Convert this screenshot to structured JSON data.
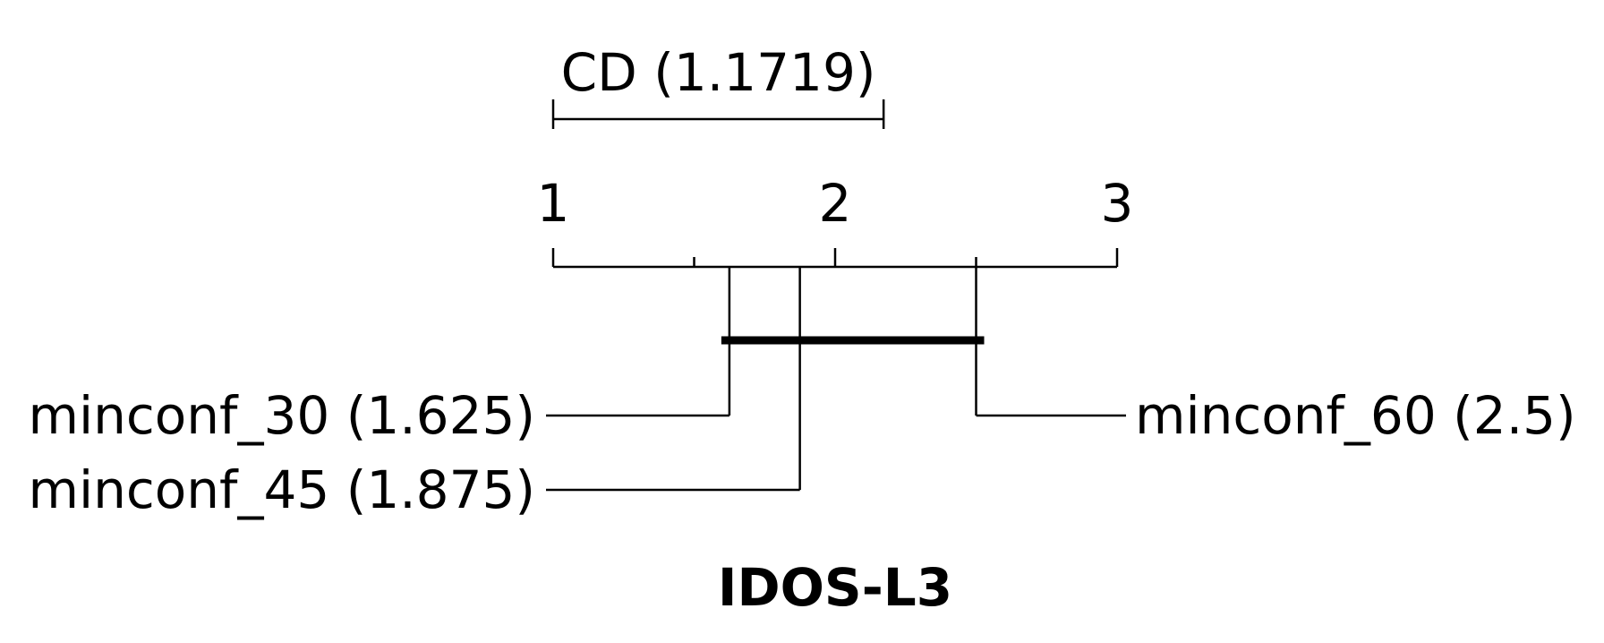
{
  "chart_data": {
    "type": "critical-difference-diagram",
    "title": "IDOS-L3",
    "axis": {
      "min": 1,
      "max": 3,
      "major_ticks": [
        1,
        2,
        3
      ],
      "minor_ticks": [
        1.5,
        2.5
      ],
      "tick_labels": [
        "1",
        "2",
        "3"
      ]
    },
    "critical_difference": {
      "value": 1.1719,
      "label": "CD (1.1719)"
    },
    "methods": [
      {
        "name": "minconf_30",
        "rank": 1.625,
        "label": "minconf_30 (1.625)",
        "side": "left"
      },
      {
        "name": "minconf_45",
        "rank": 1.875,
        "label": "minconf_45 (1.875)",
        "side": "left"
      },
      {
        "name": "minconf_60",
        "rank": 2.5,
        "label": "minconf_60 (2.5)",
        "side": "right"
      }
    ],
    "cliques": [
      {
        "from": 1.625,
        "to": 2.5
      }
    ]
  }
}
